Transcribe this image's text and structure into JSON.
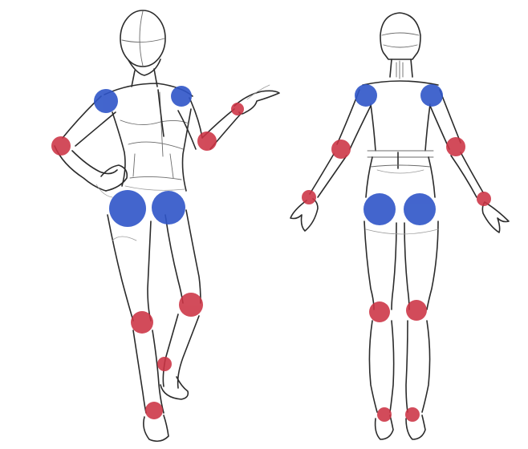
{
  "colors": {
    "major_joint": "#2f55c8",
    "minor_joint": "#cc3344",
    "line": "#2b2b2b",
    "background": "#ffffff"
  },
  "figures": [
    {
      "name": "front-view",
      "major_joints": [
        "right-shoulder",
        "left-shoulder",
        "right-hip",
        "left-hip"
      ],
      "minor_joints": [
        "right-elbow",
        "left-elbow",
        "left-wrist",
        "right-knee",
        "left-knee",
        "right-ankle",
        "left-ankle"
      ]
    },
    {
      "name": "back-view",
      "major_joints": [
        "left-shoulder",
        "right-shoulder",
        "left-hip",
        "right-hip"
      ],
      "minor_joints": [
        "left-elbow",
        "right-elbow",
        "left-wrist",
        "right-wrist",
        "left-knee",
        "right-knee",
        "left-ankle",
        "right-ankle"
      ]
    }
  ]
}
